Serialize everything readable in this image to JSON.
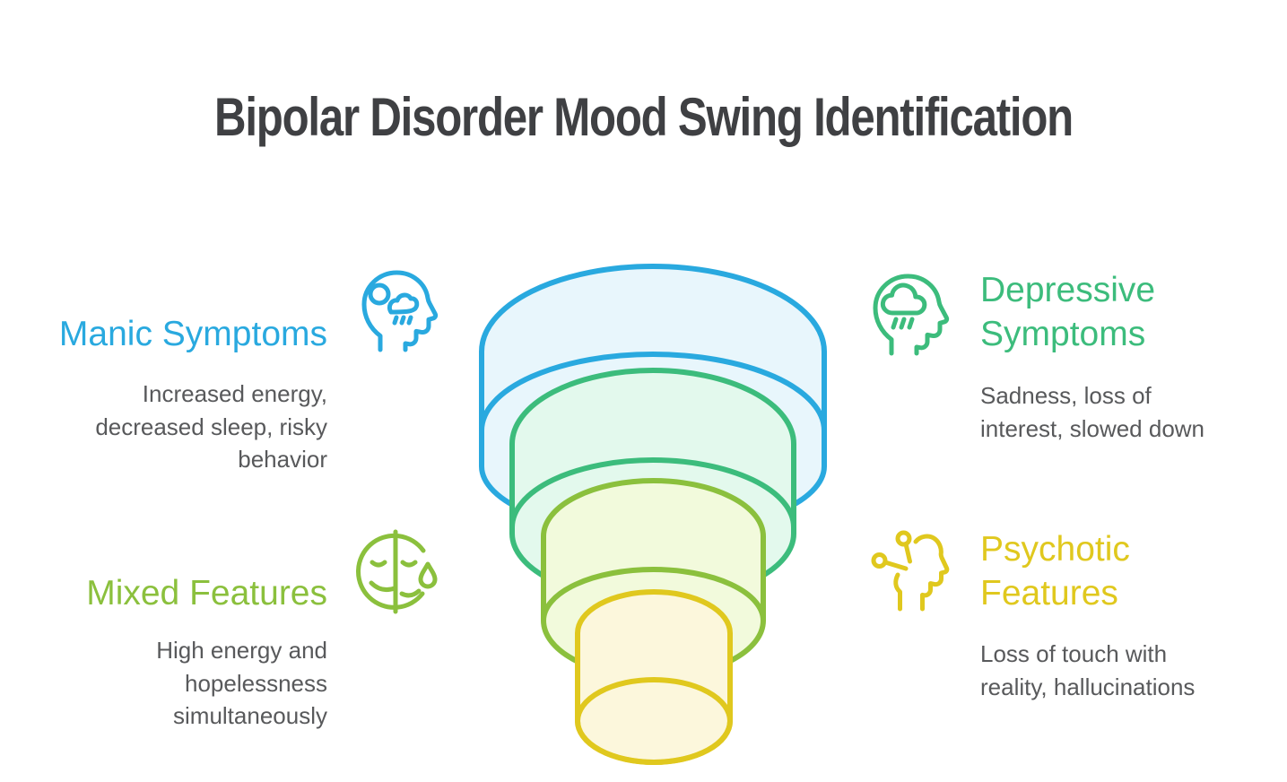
{
  "title": "Bipolar Disorder Mood Swing Identification",
  "colors": {
    "title_text": "#3F4043",
    "body_text": "#58595B",
    "background": "#FFFFFF"
  },
  "sections": [
    {
      "id": "manic",
      "placement": "top-left",
      "heading": "Manic Symptoms",
      "heading_lines": [
        "Manic Symptoms"
      ],
      "description": "Increased energy, decreased sleep, risky behavior",
      "description_lines": [
        "Increased energy,",
        "decreased sleep, risky",
        "behavior"
      ],
      "color": "#29A9DF",
      "icon": "head-profile-with-sun-and-rain-icon"
    },
    {
      "id": "depressive",
      "placement": "top-right",
      "heading": "Depressive Symptoms",
      "heading_lines": [
        "Depressive",
        "Symptoms"
      ],
      "description": "Sadness, loss of interest, slowed down",
      "description_lines": [
        "Sadness, loss of",
        "interest, slowed down"
      ],
      "color": "#3CBC7C",
      "icon": "head-profile-with-rain-cloud-icon"
    },
    {
      "id": "mixed",
      "placement": "bottom-left",
      "heading": "Mixed Features",
      "heading_lines": [
        "Mixed Features"
      ],
      "description": "High energy and hopelessness simultaneously",
      "description_lines": [
        "High energy and",
        "hopelessness",
        "simultaneously"
      ],
      "color": "#8BC03D",
      "icon": "split-face-happy-sad-teardrop-icon"
    },
    {
      "id": "psychotic",
      "placement": "bottom-right",
      "heading": "Psychotic Features",
      "heading_lines": [
        "Psychotic",
        "Features"
      ],
      "description": "Loss of touch with reality, hallucinations",
      "description_lines": [
        "Loss of touch with",
        "reality, hallucinations"
      ],
      "color": "#E0C81E",
      "icon": "fragmented-head-profile-icon"
    }
  ],
  "funnel": {
    "type": "nested-cylinder-funnel",
    "levels": [
      {
        "section": "Manic Symptoms",
        "stroke": "#29A9DF",
        "fill": "#E8F6FC"
      },
      {
        "section": "Depressive Symptoms",
        "stroke": "#3CBC7C",
        "fill": "#E3F9ED"
      },
      {
        "section": "Mixed Features",
        "stroke": "#8BC03D",
        "fill": "#F2FADC"
      },
      {
        "section": "Psychotic Features",
        "stroke": "#E0C81E",
        "fill": "#FCF7DC"
      }
    ]
  }
}
